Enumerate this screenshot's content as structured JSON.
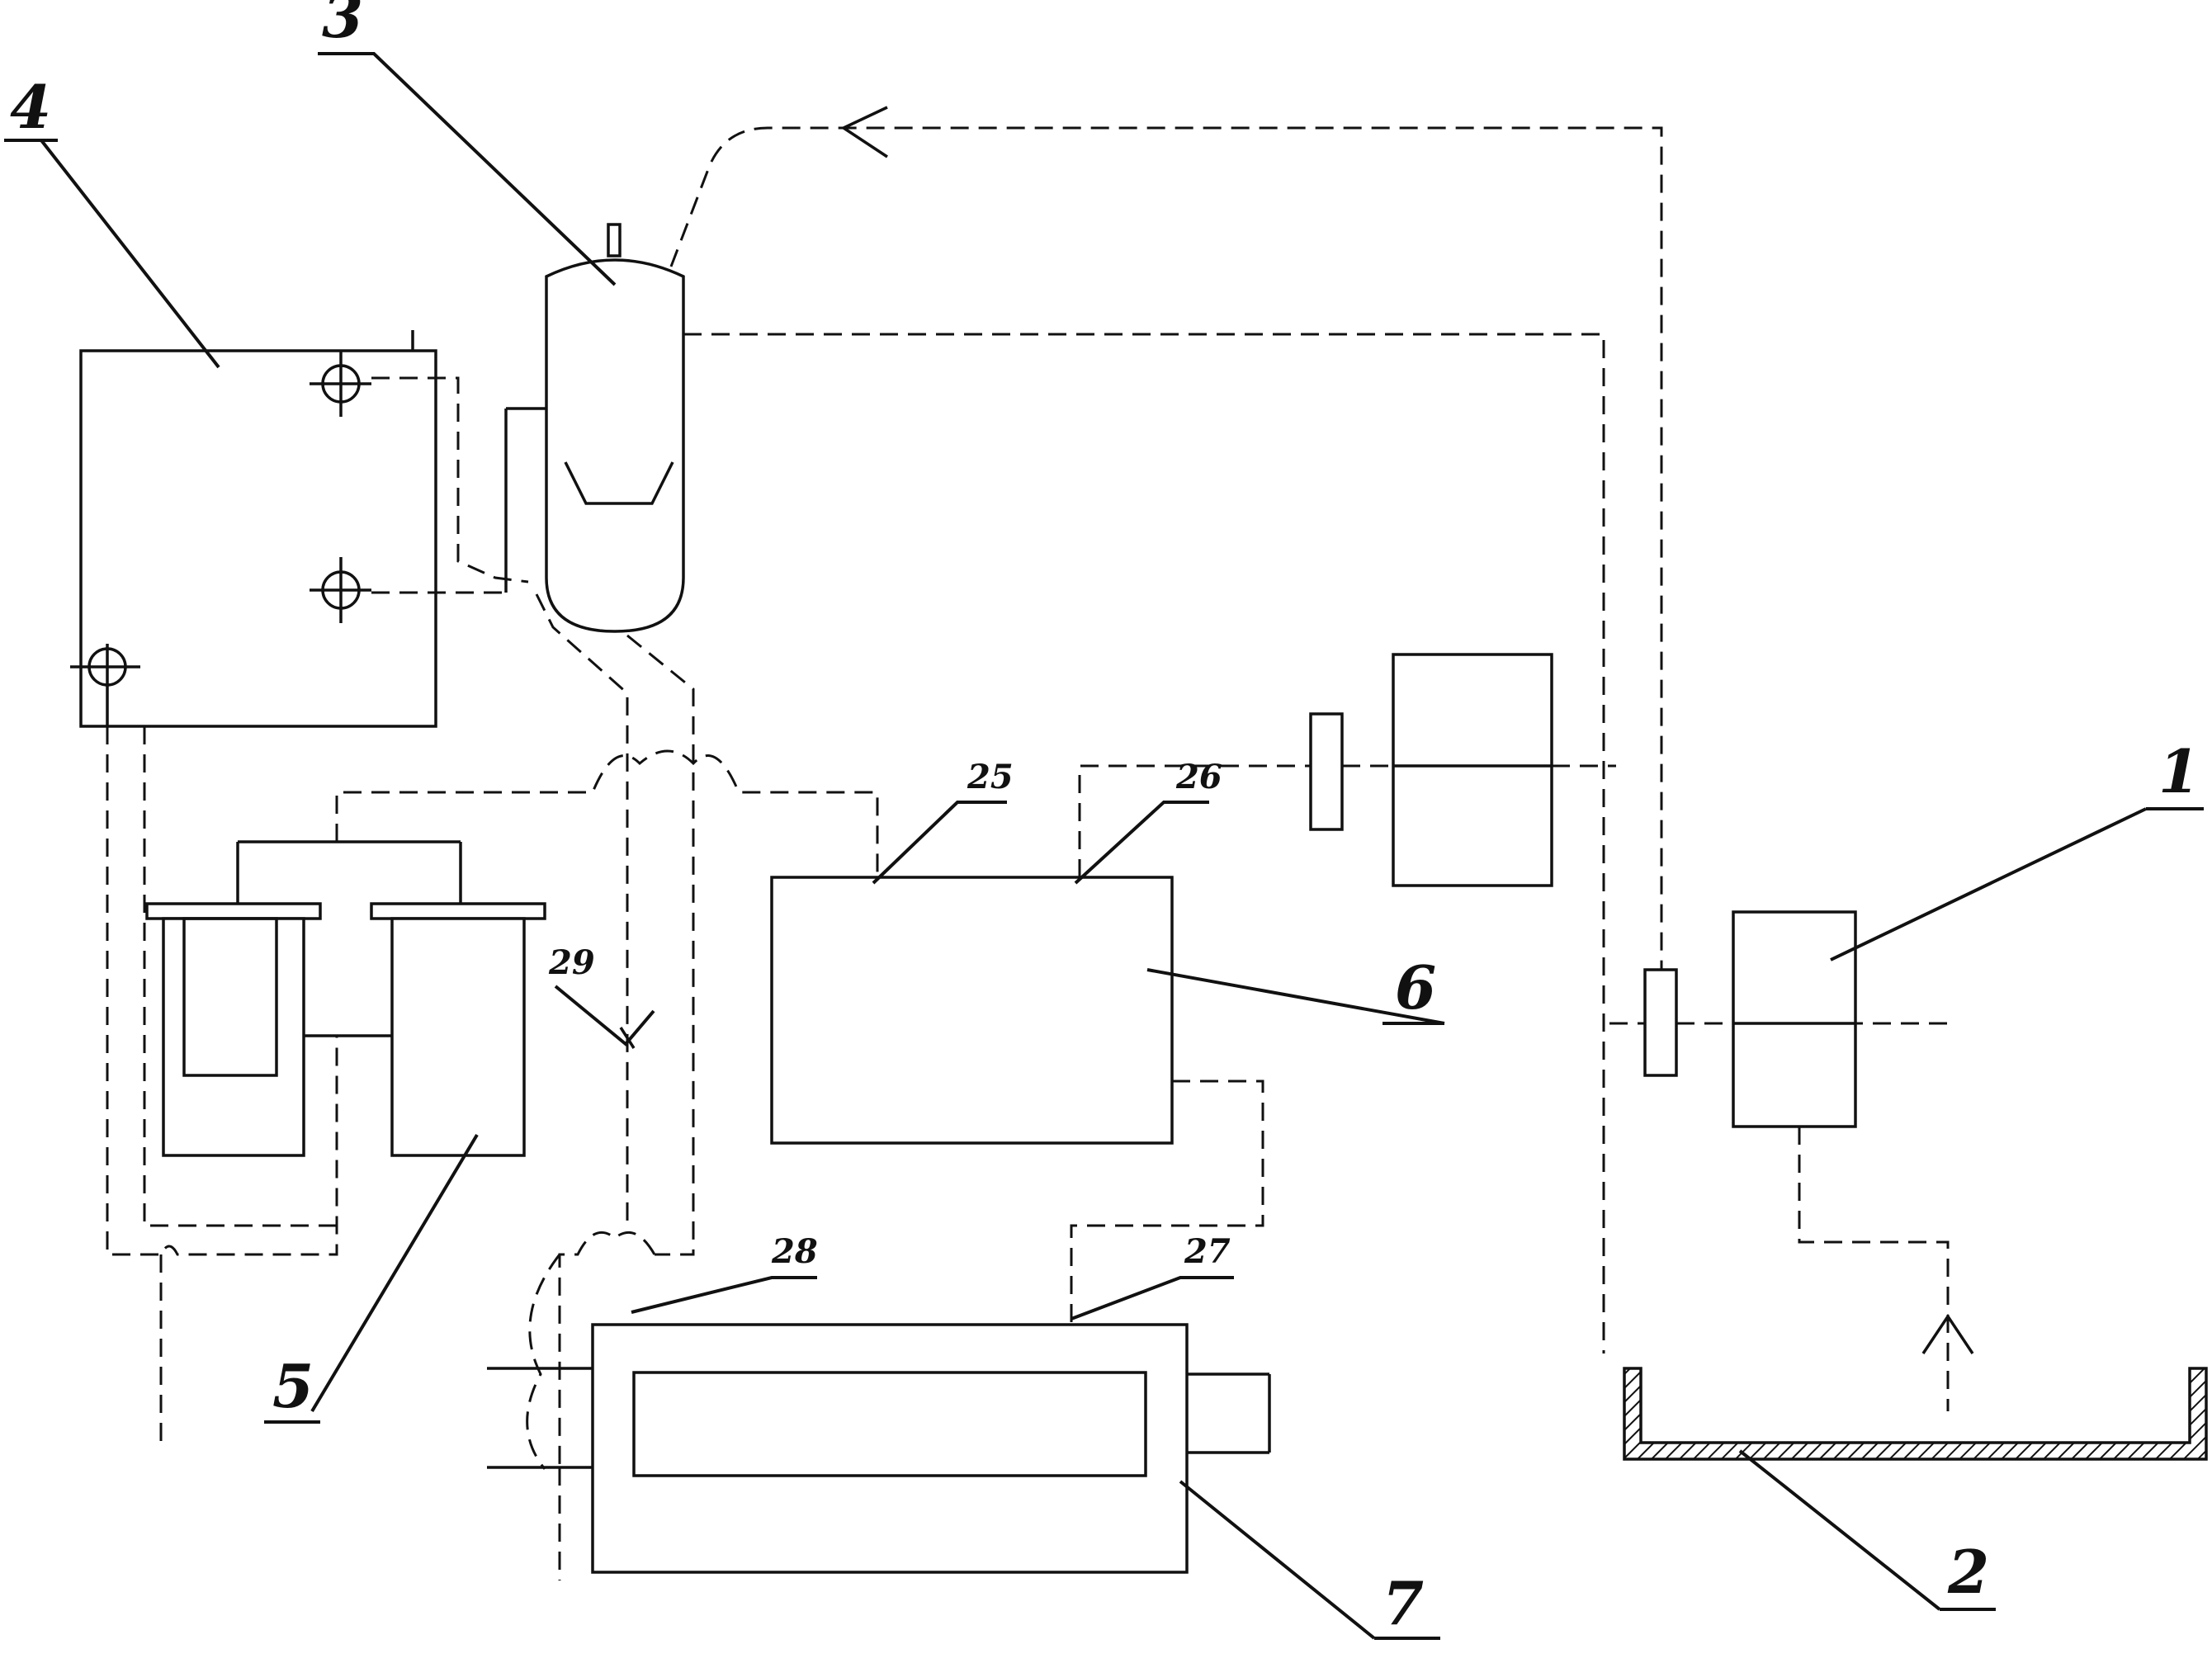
{
  "labels": {
    "l1": "1",
    "l2": "2",
    "l3": "3",
    "l4": "4",
    "l5": "5",
    "l6": "6",
    "l7": "7",
    "l25": "25",
    "l26": "26",
    "l27": "27",
    "l28": "28",
    "l29": "29"
  }
}
